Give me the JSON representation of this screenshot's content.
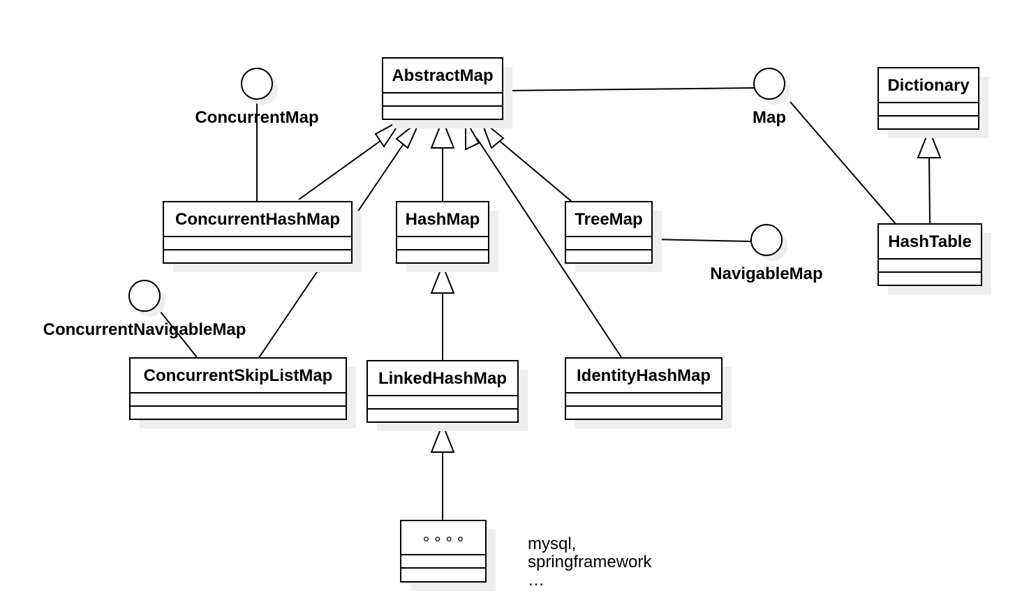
{
  "classes": {
    "abstract_map": "AbstractMap",
    "dictionary": "Dictionary",
    "concurrent_hash_map": "ConcurrentHashMap",
    "hash_map": "HashMap",
    "tree_map": "TreeMap",
    "hash_table": "HashTable",
    "concurrent_skip_list_map": "ConcurrentSkipListMap",
    "linked_hash_map": "LinkedHashMap",
    "identity_hash_map": "IdentityHashMap",
    "ellipsis_class": "° ° ° °"
  },
  "interfaces": {
    "concurrent_map": "ConcurrentMap",
    "map": "Map",
    "navigable_map": "NavigableMap",
    "concurrent_navigable_map": "ConcurrentNavigableMap"
  },
  "note": {
    "line1": "mysql,",
    "line2": "springframework",
    "line3": "…"
  }
}
